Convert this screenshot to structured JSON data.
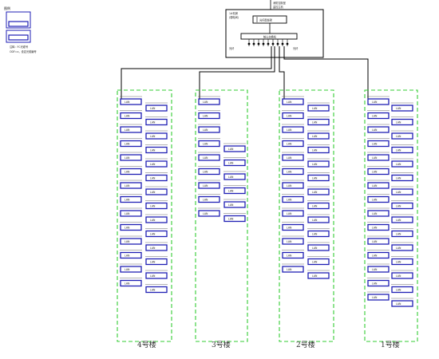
{
  "legend": {
    "title": "图例",
    "note_line1": "注释：FC光缆号",
    "note_line2": "ODF=x，设定光缆编号"
  },
  "center": {
    "line1": "消防控制室",
    "line2": "监控主机",
    "room_label": "1#机房",
    "room_sub": "(弱电间)",
    "device_label": "光纤配线架",
    "switch_label": "核心交换机",
    "port_left": "光纤",
    "port_right": "光纤"
  },
  "module_text": "LAN",
  "buildings": [
    {
      "label": "4号楼"
    },
    {
      "label": "3号楼"
    },
    {
      "label": "2号楼"
    },
    {
      "label": "1号楼"
    }
  ],
  "colors": {
    "module_blue": "#1f1fb4",
    "building_green": "#33cc33",
    "line": "#000000"
  }
}
